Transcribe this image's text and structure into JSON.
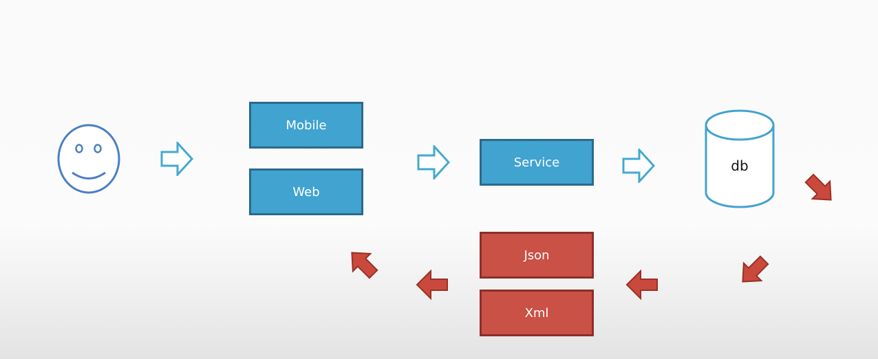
{
  "diagram": {
    "boxes": {
      "mobile": "Mobile",
      "web": "Web",
      "service": "Service",
      "json": "Json",
      "xml": "Xml"
    },
    "database": {
      "label": "db"
    },
    "colors": {
      "request_fill": "#41a3cf",
      "request_border": "#2a6a8a",
      "response_fill": "#c95145",
      "response_border": "#8d2e27",
      "user_stroke": "#4a7fc4",
      "outline_arrow": "#43a9cf"
    },
    "icons": [
      "smiley-face-icon",
      "outline-arrow-right-icon",
      "database-cylinder-icon",
      "red-arrow-icon"
    ]
  }
}
